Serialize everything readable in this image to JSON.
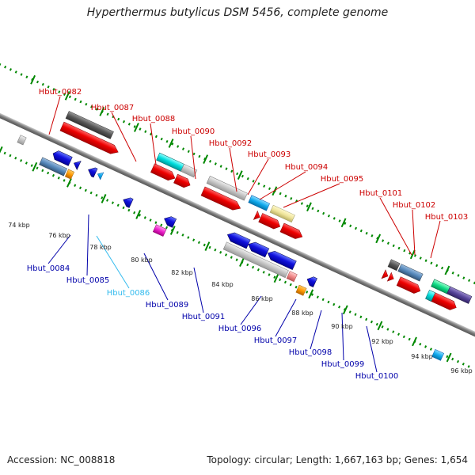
{
  "title": "Hyperthermus butylicus DSM 5456, complete genome",
  "footer": {
    "accession": "Accession: NC_008818",
    "summary": "Topology: circular; Length: 1,667,163 bp; Genes: 1,654"
  },
  "colors": {
    "forward_label": "#cc0000",
    "reverse_label": "#0000aa",
    "highlight_label": "#33bbee",
    "backbone": "#888888",
    "ticks": "#008800"
  },
  "kbp_labels": [
    "74 kbp",
    "76 kbp",
    "78 kbp",
    "80 kbp",
    "82 kbp",
    "84 kbp",
    "86 kbp",
    "88 kbp",
    "90 kbp",
    "92 kbp",
    "94 kbp",
    "96 kbp"
  ],
  "forward_genes": [
    "Hbut_0082",
    "Hbut_0087",
    "Hbut_0088",
    "Hbut_0090",
    "Hbut_0092",
    "Hbut_0093",
    "Hbut_0094",
    "Hbut_0095",
    "Hbut_0101",
    "Hbut_0102",
    "Hbut_0103"
  ],
  "reverse_genes": [
    "Hbut_0084",
    "Hbut_0085",
    "Hbut_0086",
    "Hbut_0089",
    "Hbut_0091",
    "Hbut_0096",
    "Hbut_0097",
    "Hbut_0098",
    "Hbut_0099",
    "Hbut_0100"
  ]
}
